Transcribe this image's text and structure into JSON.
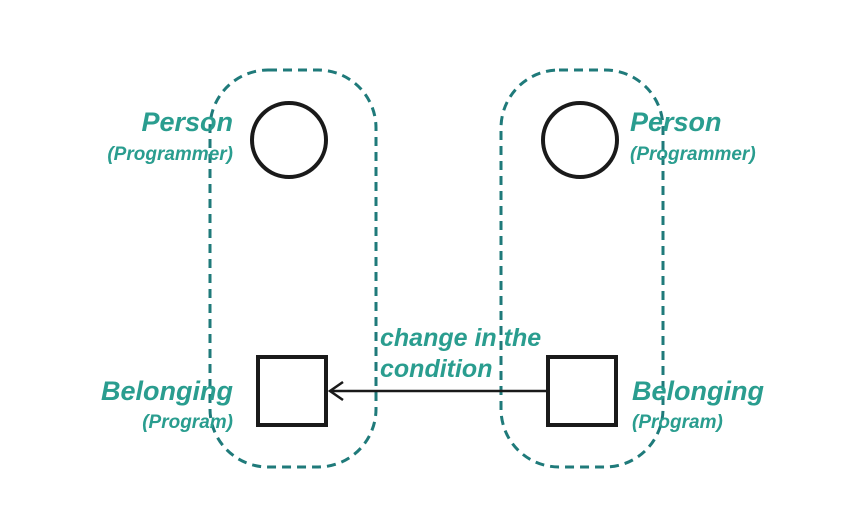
{
  "colors": {
    "accent": "#2a9d8f",
    "group_border": "#1f7a7a",
    "shape_stroke": "#1a1a1a",
    "background": "#ffffff"
  },
  "left_group": {
    "person": {
      "title": "Person",
      "role": "(Programmer)"
    },
    "belonging": {
      "title": "Belonging",
      "role": "(Program)"
    }
  },
  "right_group": {
    "person": {
      "title": "Person",
      "role": "(Programmer)"
    },
    "belonging": {
      "title": "Belonging",
      "role": "(Program)"
    }
  },
  "arrow": {
    "label_line1": "change in the",
    "label_line2": "condition"
  }
}
